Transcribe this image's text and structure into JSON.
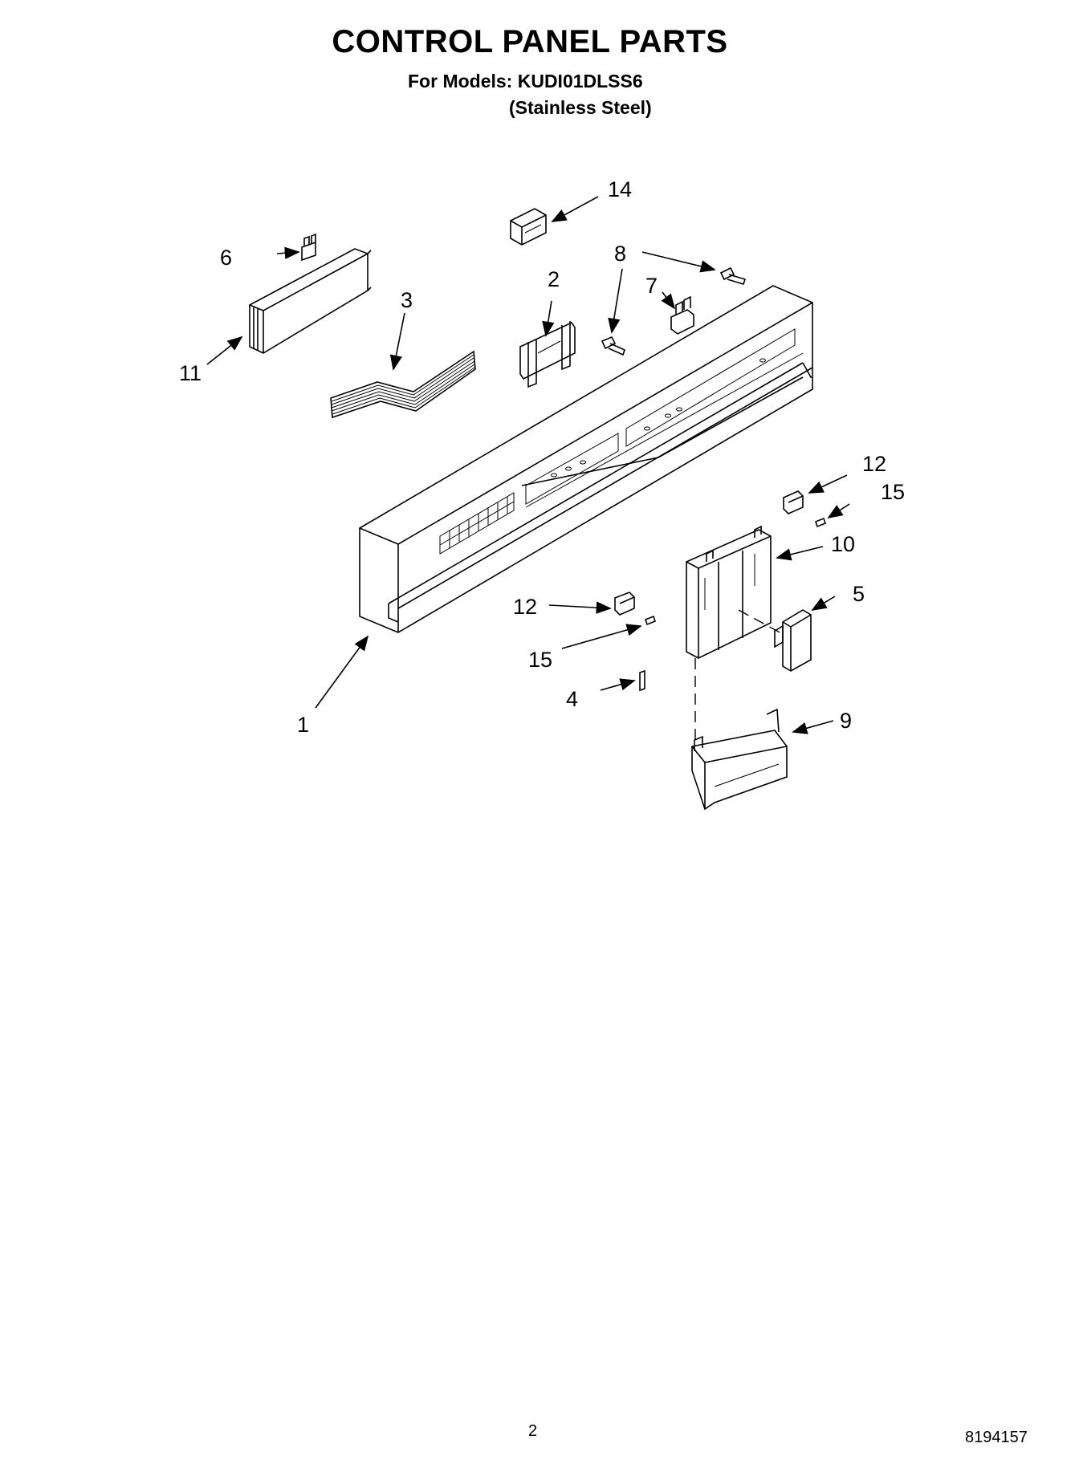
{
  "title": "CONTROL PANEL PARTS",
  "models_line": "For Models: KUDI01DLSS6",
  "finish_line": "(Stainless Steel)",
  "callouts": {
    "c1": "1",
    "c2": "2",
    "c3": "3",
    "c4": "4",
    "c5": "5",
    "c6": "6",
    "c7": "7",
    "c8": "8",
    "c9": "9",
    "c10": "10",
    "c11": "11",
    "c12a": "12",
    "c12b": "12",
    "c14": "14",
    "c15a": "15",
    "c15b": "15"
  },
  "footer": {
    "page_number": "2",
    "doc_number": "8194157"
  }
}
